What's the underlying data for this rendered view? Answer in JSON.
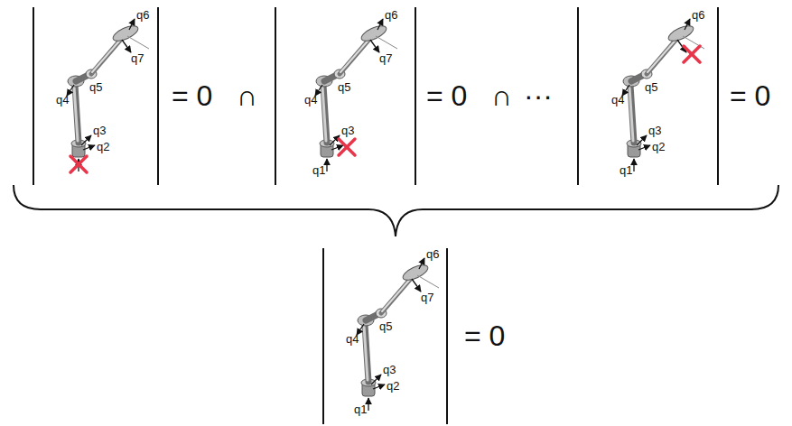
{
  "diagram": {
    "labels": [
      "q6",
      "q7",
      "q5",
      "q4",
      "q3",
      "q2",
      "= 0",
      "∩",
      "q6",
      "q7",
      "q5",
      "q4",
      "q3",
      "q1",
      "= 0",
      "∩",
      "···",
      "q6",
      "q5",
      "q4",
      "q3",
      "q2",
      "q1",
      "= 0",
      "q6",
      "q7",
      "q5",
      "q4",
      "q3",
      "q2",
      "q1",
      "= 0"
    ]
  }
}
